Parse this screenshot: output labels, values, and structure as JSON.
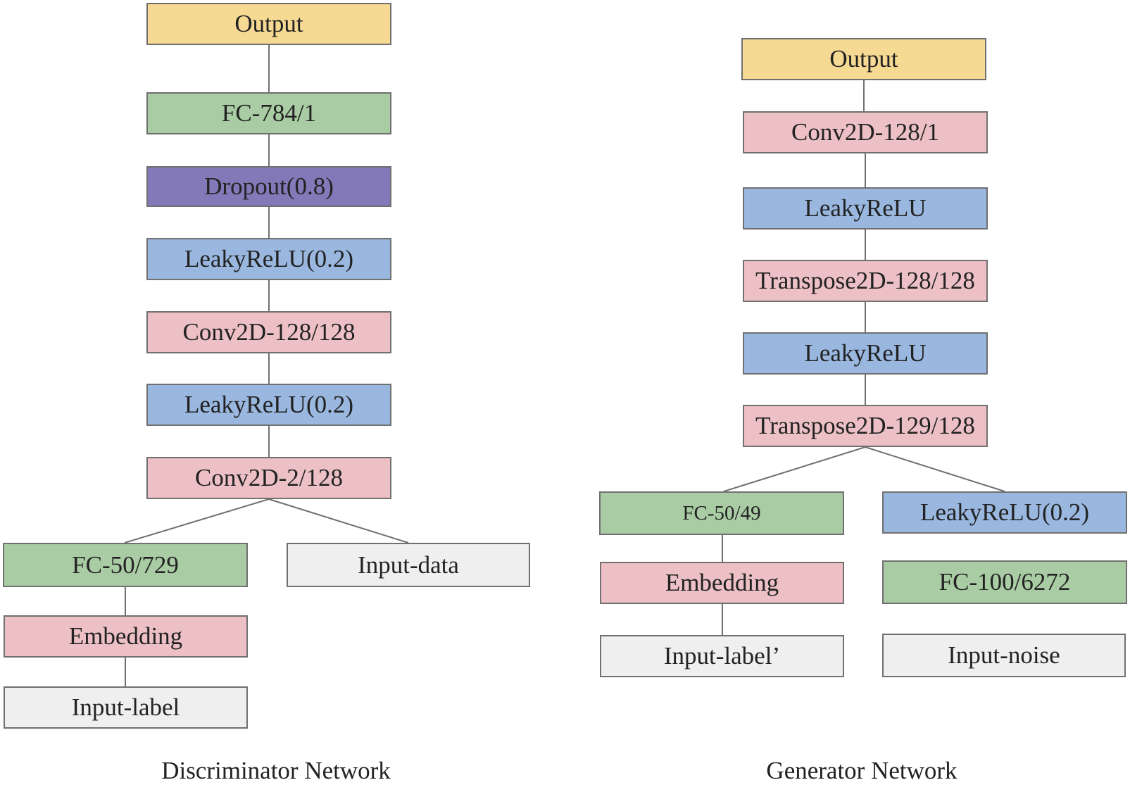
{
  "discriminator": {
    "caption": "Discriminator Network",
    "output": "Output",
    "fc_784_1": "FC-784/1",
    "dropout": "Dropout(0.8)",
    "leaky_1": "LeakyReLU(0.2)",
    "conv_128_128": "Conv2D-128/128",
    "leaky_2": "LeakyReLU(0.2)",
    "conv_2_128": "Conv2D-2/128",
    "fc_50_729": "FC-50/729",
    "input_data": "Input-data",
    "embedding": "Embedding",
    "input_label": "Input-label"
  },
  "generator": {
    "caption": "Generator Network",
    "output": "Output",
    "conv_128_1": "Conv2D-128/1",
    "leaky_1": "LeakyReLU",
    "transpose_128_128": "Transpose2D-128/128",
    "leaky_2": "LeakyReLU",
    "transpose_129_128": "Transpose2D-129/128",
    "fc_50_49": "FC-50/49",
    "leaky_3": "LeakyReLU(0.2)",
    "embedding": "Embedding",
    "fc_100_6272": "FC-100/6272",
    "input_label": "Input-label’",
    "input_noise": "Input-noise"
  },
  "colors": {
    "output": "#f6d992",
    "fc": "#aacca4",
    "dropout": "#8479b8",
    "leaky_relu": "#99b7df",
    "conv": "#ecc0c4",
    "input": "#efefef",
    "border": "#707070"
  }
}
